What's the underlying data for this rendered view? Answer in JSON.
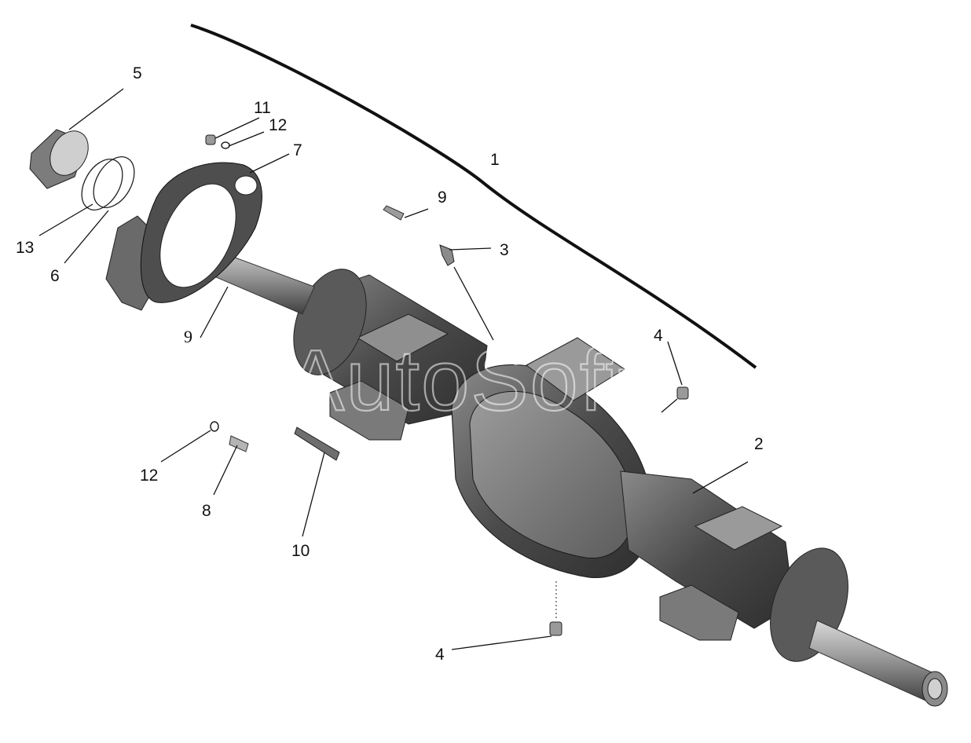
{
  "watermark": "AutoSoft",
  "colors": {
    "housing_dark": "#3b3b3b",
    "housing_mid": "#6e6e6e",
    "housing_light": "#a9a9a9",
    "line": "#111111"
  },
  "callouts": [
    {
      "id": "c1",
      "label": "1"
    },
    {
      "id": "c2",
      "label": "2"
    },
    {
      "id": "c3",
      "label": "3"
    },
    {
      "id": "c4a",
      "label": "4"
    },
    {
      "id": "c4b",
      "label": "4"
    },
    {
      "id": "c5",
      "label": "5"
    },
    {
      "id": "c6",
      "label": "6"
    },
    {
      "id": "c7",
      "label": "7"
    },
    {
      "id": "c8",
      "label": "8"
    },
    {
      "id": "c9a",
      "label": "9"
    },
    {
      "id": "c9b",
      "label": "9"
    },
    {
      "id": "c10",
      "label": "10"
    },
    {
      "id": "c11",
      "label": "11"
    },
    {
      "id": "c12a",
      "label": "12"
    },
    {
      "id": "c12b",
      "label": "12"
    },
    {
      "id": "c13",
      "label": "13"
    }
  ]
}
